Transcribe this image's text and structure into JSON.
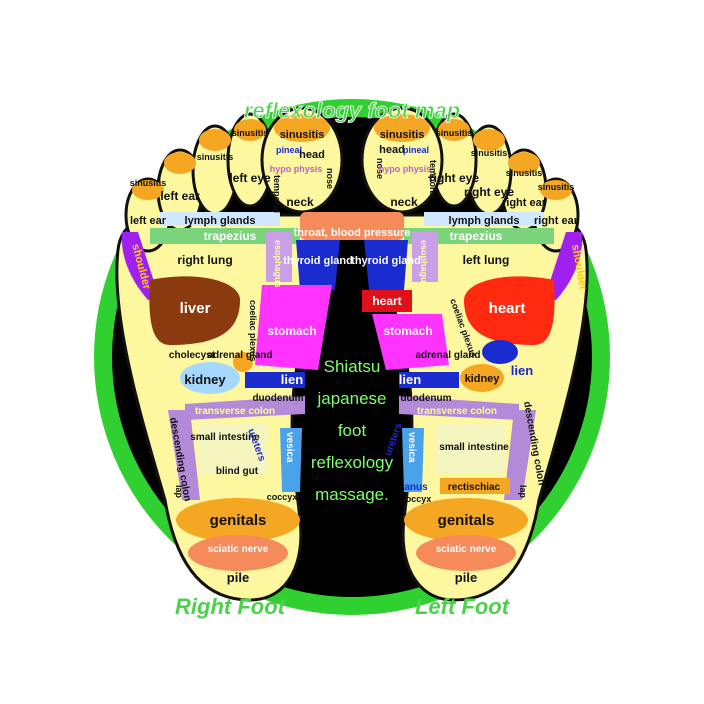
{
  "title": "reflexology foot map",
  "foot_labels": {
    "right": "Right Foot",
    "left": "Left Foot"
  },
  "center_text": [
    "Shiatsu",
    "japanese",
    "foot",
    "reflexology",
    "massage."
  ],
  "right_foot": {
    "sinusitis_top": "sinusitis",
    "pineal": "pineal",
    "head": "head",
    "hypophysis": "hypo physis",
    "temporal": "temporal",
    "nose": "nose",
    "sinusitis_2": "sinusitis",
    "left_eye": "left eye",
    "sinusitis_3": "sinusitis",
    "left_ear": "left ear",
    "sinusitis_small": "sinusitis",
    "left_ear_outer": "left ear",
    "lymph": "lymph glands",
    "neck": "neck",
    "trapezius": "trapezius",
    "shoulder": "shoulder",
    "esophagus": "esophagus",
    "thyroid": "thyroid gland",
    "right_lung": "right lung",
    "liver": "liver",
    "coeliac": "coeliac plexus",
    "stomach": "stomach",
    "cholecyst": "cholecyst",
    "adrenal": "adrenal gland",
    "kidney": "kidney",
    "lien": "lien",
    "duodenum": "duodenum",
    "transverse": "transverse colon",
    "descending": "descending colon",
    "small_intestine": "small intestine",
    "ureters": "ureters",
    "vesica": "vesica",
    "blind_gut": "blind gut",
    "lap": "lap",
    "coccyx": "coccyx",
    "genitals": "genitals",
    "sciatic": "sciatic nerve",
    "pile": "pile"
  },
  "left_foot": {
    "sinusitis_top": "sinusitis",
    "head": "head",
    "pineal": "pineal",
    "nose": "nose",
    "hypophysis": "hypo physis",
    "temporal": "temporal",
    "sinusitis_2": "sinusitis",
    "right_eye": "right eye",
    "sinusitis_3": "sinusitis",
    "right_eye_2": "right eye",
    "sinusitis_4": "sinusitis",
    "right_ear": "right ear",
    "sinusitis_small": "sinusitis",
    "right_ear_outer": "right ear",
    "lymph": "lymph glands",
    "neck": "neck",
    "throat": "throat, blood pressure",
    "trapezius": "trapezius",
    "shoulder": "shoulder",
    "esophagus": "esophagus",
    "thyroid": "thyroid gland",
    "left_lung": "left lung",
    "heart_small": "heart",
    "heart": "heart",
    "coeliac": "coeliac plexus",
    "stomach": "stomach",
    "adrenal": "adrenal gland",
    "kidney": "kidney",
    "lien": "lien",
    "lien_outer": "lien",
    "duodenum": "duodenum",
    "transverse": "transverse colon",
    "descending": "descending colon",
    "small_intestine": "small intestine",
    "ureters": "ureters",
    "vesica": "vesica",
    "anus": "anus",
    "rectischiac": "rectischiac",
    "coccyx": "coccyx",
    "lap": "lap",
    "genitals": "genitals",
    "sciatic": "sciatic nerve",
    "pile": "pile"
  }
}
